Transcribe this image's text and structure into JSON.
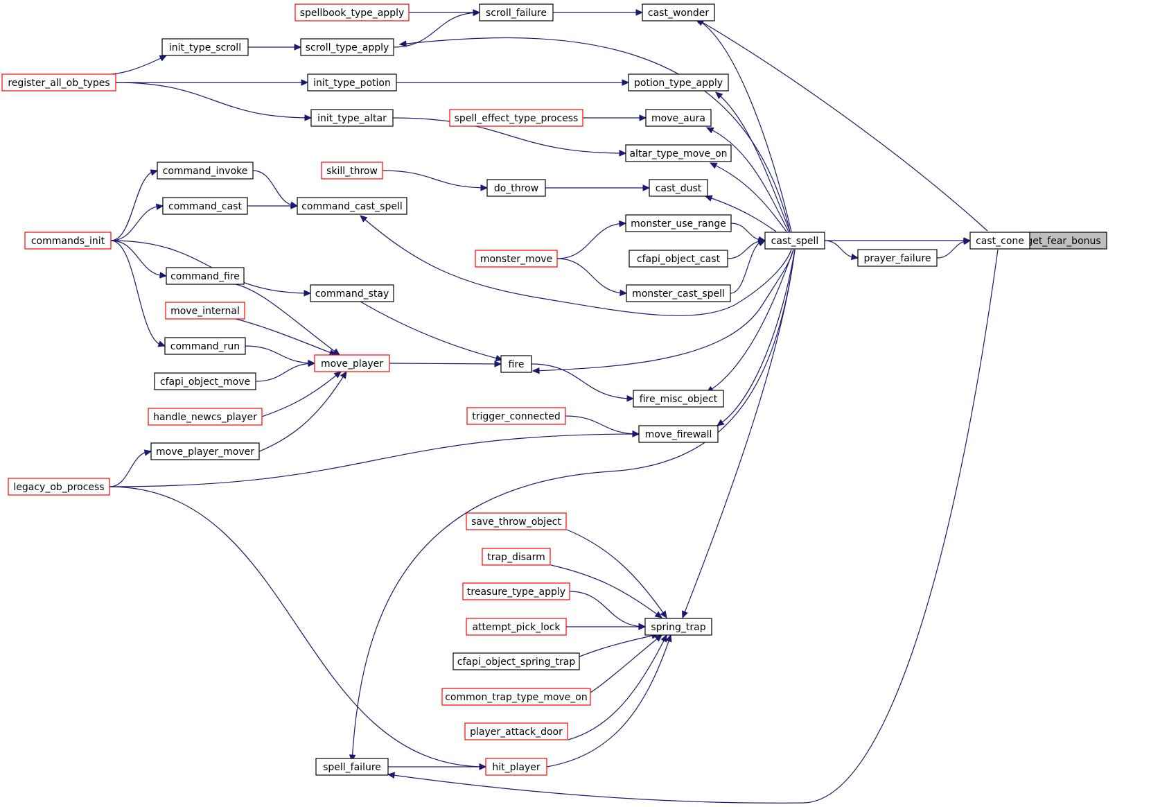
{
  "graph": {
    "edge_color": "#191970",
    "node_border_normal": "#000000",
    "node_border_truncated": "#ff0000",
    "focus_fill": "#bfbfbf",
    "nodes": [
      {
        "id": "get_fear_bonus",
        "label": "get_fear_bonus",
        "style": "focus"
      },
      {
        "id": "cast_cone",
        "label": "cast_cone",
        "style": "normal"
      },
      {
        "id": "cast_spell",
        "label": "cast_spell",
        "style": "normal"
      },
      {
        "id": "prayer_failure",
        "label": "prayer_failure",
        "style": "normal"
      },
      {
        "id": "cast_wonder",
        "label": "cast_wonder",
        "style": "normal"
      },
      {
        "id": "scroll_failure",
        "label": "scroll_failure",
        "style": "normal"
      },
      {
        "id": "spellbook_type_apply",
        "label": "spellbook_type_apply",
        "style": "truncated"
      },
      {
        "id": "scroll_type_apply",
        "label": "scroll_type_apply",
        "style": "normal"
      },
      {
        "id": "init_type_scroll",
        "label": "init_type_scroll",
        "style": "normal"
      },
      {
        "id": "register_all_ob_types",
        "label": "register_all_ob_types",
        "style": "truncated"
      },
      {
        "id": "init_type_potion",
        "label": "init_type_potion",
        "style": "normal"
      },
      {
        "id": "potion_type_apply",
        "label": "potion_type_apply",
        "style": "normal"
      },
      {
        "id": "init_type_altar",
        "label": "init_type_altar",
        "style": "normal"
      },
      {
        "id": "spell_effect_type_process",
        "label": "spell_effect_type_process",
        "style": "truncated"
      },
      {
        "id": "move_aura",
        "label": "move_aura",
        "style": "normal"
      },
      {
        "id": "altar_type_move_on",
        "label": "altar_type_move_on",
        "style": "normal"
      },
      {
        "id": "command_invoke",
        "label": "command_invoke",
        "style": "normal"
      },
      {
        "id": "skill_throw",
        "label": "skill_throw",
        "style": "truncated"
      },
      {
        "id": "do_throw",
        "label": "do_throw",
        "style": "normal"
      },
      {
        "id": "cast_dust",
        "label": "cast_dust",
        "style": "normal"
      },
      {
        "id": "command_cast",
        "label": "command_cast",
        "style": "normal"
      },
      {
        "id": "command_cast_spell",
        "label": "command_cast_spell",
        "style": "normal"
      },
      {
        "id": "monster_use_range",
        "label": "monster_use_range",
        "style": "normal"
      },
      {
        "id": "commands_init",
        "label": "commands_init",
        "style": "truncated"
      },
      {
        "id": "monster_move",
        "label": "monster_move",
        "style": "truncated"
      },
      {
        "id": "cfapi_object_cast",
        "label": "cfapi_object_cast",
        "style": "normal"
      },
      {
        "id": "command_fire",
        "label": "command_fire",
        "style": "normal"
      },
      {
        "id": "command_stay",
        "label": "command_stay",
        "style": "normal"
      },
      {
        "id": "monster_cast_spell",
        "label": "monster_cast_spell",
        "style": "normal"
      },
      {
        "id": "move_internal",
        "label": "move_internal",
        "style": "truncated"
      },
      {
        "id": "command_run",
        "label": "command_run",
        "style": "normal"
      },
      {
        "id": "move_player",
        "label": "move_player",
        "style": "truncated"
      },
      {
        "id": "fire",
        "label": "fire",
        "style": "normal"
      },
      {
        "id": "cfapi_object_move",
        "label": "cfapi_object_move",
        "style": "normal"
      },
      {
        "id": "fire_misc_object",
        "label": "fire_misc_object",
        "style": "normal"
      },
      {
        "id": "handle_newcs_player",
        "label": "handle_newcs_player",
        "style": "truncated"
      },
      {
        "id": "trigger_connected",
        "label": "trigger_connected",
        "style": "truncated"
      },
      {
        "id": "move_firewall",
        "label": "move_firewall",
        "style": "normal"
      },
      {
        "id": "move_player_mover",
        "label": "move_player_mover",
        "style": "normal"
      },
      {
        "id": "legacy_ob_process",
        "label": "legacy_ob_process",
        "style": "truncated"
      },
      {
        "id": "save_throw_object",
        "label": "save_throw_object",
        "style": "truncated"
      },
      {
        "id": "trap_disarm",
        "label": "trap_disarm",
        "style": "truncated"
      },
      {
        "id": "treasure_type_apply",
        "label": "treasure_type_apply",
        "style": "truncated"
      },
      {
        "id": "attempt_pick_lock",
        "label": "attempt_pick_lock",
        "style": "truncated"
      },
      {
        "id": "spring_trap",
        "label": "spring_trap",
        "style": "normal"
      },
      {
        "id": "cfapi_object_spring_trap",
        "label": "cfapi_object_spring_trap",
        "style": "normal"
      },
      {
        "id": "common_trap_type_move_on",
        "label": "common_trap_type_move_on",
        "style": "truncated"
      },
      {
        "id": "player_attack_door",
        "label": "player_attack_door",
        "style": "truncated"
      },
      {
        "id": "spell_failure",
        "label": "spell_failure",
        "style": "normal"
      },
      {
        "id": "hit_player",
        "label": "hit_player",
        "style": "truncated"
      }
    ],
    "edges": [
      {
        "from": "get_fear_bonus",
        "to": "cast_cone"
      },
      {
        "from": "cast_cone",
        "to": "cast_spell"
      },
      {
        "from": "cast_cone",
        "to": "prayer_failure"
      },
      {
        "from": "cast_cone",
        "to": "cast_wonder"
      },
      {
        "from": "cast_cone",
        "to": "spell_failure"
      },
      {
        "from": "prayer_failure",
        "to": "cast_spell"
      },
      {
        "from": "cast_spell",
        "to": "cast_wonder"
      },
      {
        "from": "cast_spell",
        "to": "scroll_type_apply"
      },
      {
        "from": "cast_spell",
        "to": "potion_type_apply"
      },
      {
        "from": "cast_spell",
        "to": "move_aura"
      },
      {
        "from": "cast_spell",
        "to": "altar_type_move_on"
      },
      {
        "from": "cast_spell",
        "to": "cast_dust"
      },
      {
        "from": "cast_spell",
        "to": "monster_use_range"
      },
      {
        "from": "cast_spell",
        "to": "cfapi_object_cast"
      },
      {
        "from": "cast_spell",
        "to": "monster_cast_spell"
      },
      {
        "from": "cast_spell",
        "to": "command_cast_spell"
      },
      {
        "from": "cast_spell",
        "to": "fire"
      },
      {
        "from": "cast_spell",
        "to": "fire_misc_object"
      },
      {
        "from": "cast_spell",
        "to": "move_firewall"
      },
      {
        "from": "cast_spell",
        "to": "legacy_ob_process"
      },
      {
        "from": "cast_spell",
        "to": "spring_trap"
      },
      {
        "from": "cast_wonder",
        "to": "scroll_failure"
      },
      {
        "from": "scroll_failure",
        "to": "spellbook_type_apply"
      },
      {
        "from": "scroll_failure",
        "to": "scroll_type_apply"
      },
      {
        "from": "scroll_type_apply",
        "to": "init_type_scroll"
      },
      {
        "from": "init_type_scroll",
        "to": "register_all_ob_types"
      },
      {
        "from": "potion_type_apply",
        "to": "init_type_potion"
      },
      {
        "from": "init_type_potion",
        "to": "register_all_ob_types"
      },
      {
        "from": "move_aura",
        "to": "spell_effect_type_process"
      },
      {
        "from": "altar_type_move_on",
        "to": "init_type_altar"
      },
      {
        "from": "init_type_altar",
        "to": "register_all_ob_types"
      },
      {
        "from": "cast_dust",
        "to": "do_throw"
      },
      {
        "from": "do_throw",
        "to": "skill_throw"
      },
      {
        "from": "command_cast_spell",
        "to": "command_invoke"
      },
      {
        "from": "command_cast_spell",
        "to": "command_cast"
      },
      {
        "from": "command_invoke",
        "to": "commands_init"
      },
      {
        "from": "command_cast",
        "to": "commands_init"
      },
      {
        "from": "monster_use_range",
        "to": "monster_move"
      },
      {
        "from": "monster_cast_spell",
        "to": "monster_move"
      },
      {
        "from": "fire",
        "to": "move_player"
      },
      {
        "from": "fire",
        "to": "command_stay"
      },
      {
        "from": "fire_misc_object",
        "to": "fire"
      },
      {
        "from": "command_stay",
        "to": "commands_init"
      },
      {
        "from": "move_player",
        "to": "command_fire"
      },
      {
        "from": "move_player",
        "to": "move_internal"
      },
      {
        "from": "move_player",
        "to": "command_run"
      },
      {
        "from": "move_player",
        "to": "cfapi_object_move"
      },
      {
        "from": "move_player",
        "to": "handle_newcs_player"
      },
      {
        "from": "move_player",
        "to": "move_player_mover"
      },
      {
        "from": "command_fire",
        "to": "commands_init"
      },
      {
        "from": "command_run",
        "to": "commands_init"
      },
      {
        "from": "move_firewall",
        "to": "trigger_connected"
      },
      {
        "from": "move_firewall",
        "to": "legacy_ob_process"
      },
      {
        "from": "move_player_mover",
        "to": "legacy_ob_process"
      },
      {
        "from": "spring_trap",
        "to": "save_throw_object"
      },
      {
        "from": "spring_trap",
        "to": "trap_disarm"
      },
      {
        "from": "spring_trap",
        "to": "treasure_type_apply"
      },
      {
        "from": "spring_trap",
        "to": "attempt_pick_lock"
      },
      {
        "from": "spring_trap",
        "to": "cfapi_object_spring_trap"
      },
      {
        "from": "spring_trap",
        "to": "common_trap_type_move_on"
      },
      {
        "from": "spring_trap",
        "to": "player_attack_door"
      },
      {
        "from": "spring_trap",
        "to": "hit_player"
      },
      {
        "from": "hit_player",
        "to": "legacy_ob_process"
      },
      {
        "from": "hit_player",
        "to": "spell_failure"
      }
    ]
  }
}
